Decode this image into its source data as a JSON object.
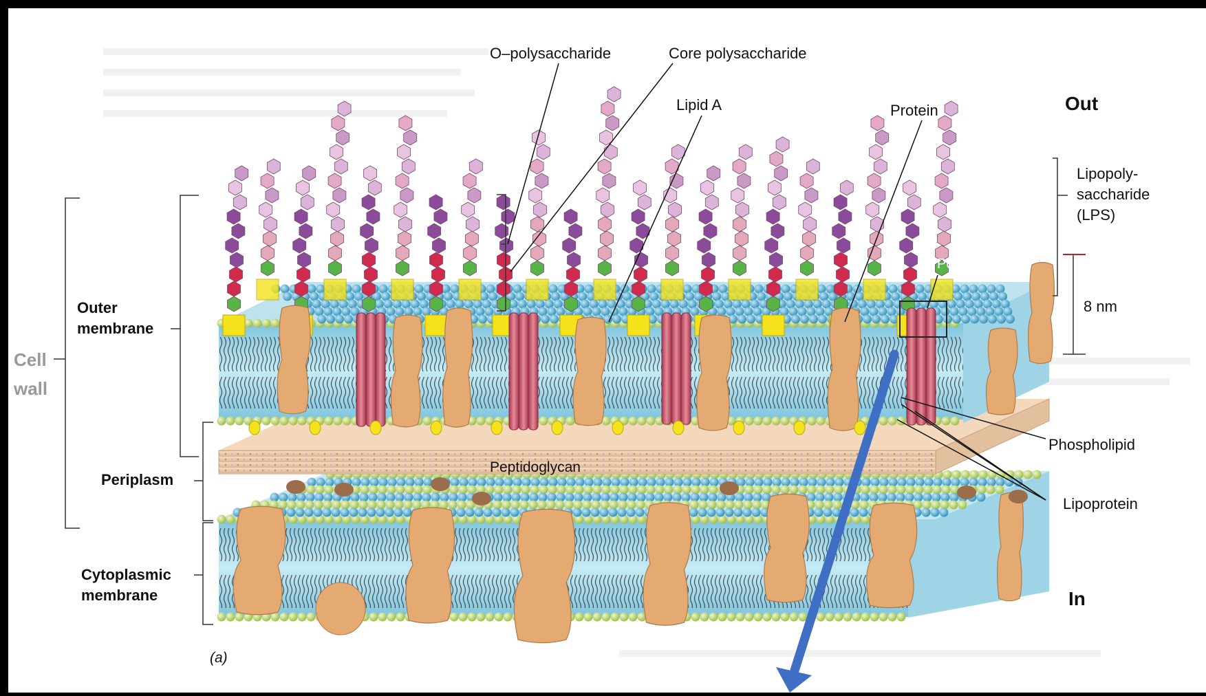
{
  "labels": {
    "o_polysaccharide": "O–polysaccharide",
    "core_polysaccharide": "Core polysaccharide",
    "lipid_a": "Lipid A",
    "protein": "Protein",
    "out": "Out",
    "lps_line1": "Lipopoly-",
    "lps_line2": "saccharide",
    "lps_line3": "(LPS)",
    "porin": "Porin",
    "scale": "8 nm",
    "outer_membrane_line1": "Outer",
    "outer_membrane_line2": "membrane",
    "cell_wall_line1": "Cell",
    "cell_wall_line2": "wall",
    "periplasm": "Periplasm",
    "peptidoglycan": "Peptidoglycan",
    "phospholipid": "Phospholipid",
    "lipoprotein": "Lipoprotein",
    "cytoplasmic_line1": "Cytoplasmic",
    "cytoplasmic_line2": "membrane",
    "in": "In",
    "panel": "(a)"
  },
  "colors": {
    "frame": "#000000",
    "page": "#ffffff",
    "membrane_core": "#a9dbea",
    "head_green": "#b7d36a",
    "head_blue": "#49a8cf",
    "lipid_a_yellow": "#f4e31c",
    "o_poly_light": "#d9aed6",
    "o_poly_purple": "#8a4b9b",
    "core_red": "#d02a4c",
    "core_green": "#57b548",
    "protein_tan": "#e4aa72",
    "porin_red": "#c8566a",
    "peptidoglycan": "#efd1b0",
    "arrow_blue": "#3e6fc4"
  }
}
